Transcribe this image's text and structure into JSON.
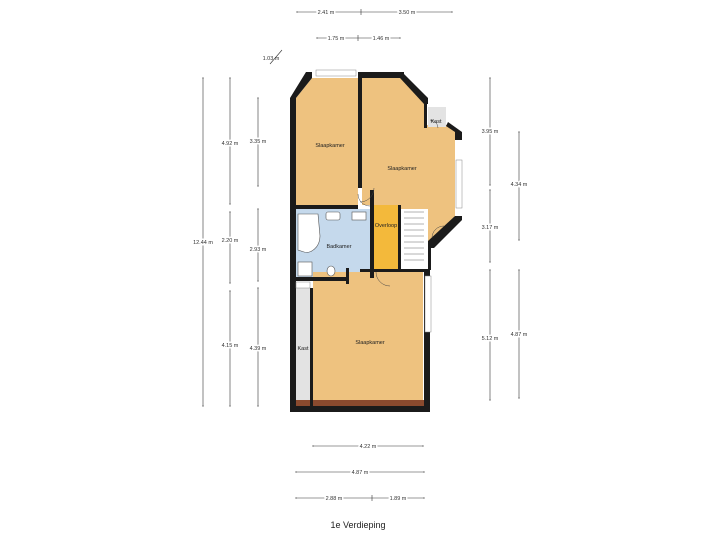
{
  "title": "1e Verdieping",
  "colors": {
    "room": "#EEC27F",
    "bathroom": "#C5D9EC",
    "hall": "#F3B93B",
    "wall": "#1B1B1B",
    "floor_edge": "#8A4A2E"
  },
  "rooms": {
    "bedroom_top_left": "Slaapkamer",
    "bedroom_top_right": "Slaapkamer",
    "bathroom": "Badkamer",
    "landing": "Overloop",
    "bedroom_bottom": "Slaapkamer",
    "closet_top": "Kast",
    "closet_bottom": "Kast"
  },
  "dimensions": {
    "top_row1_a": "2.41 m",
    "top_row1_b": "3.50 m",
    "top_row2_a": "1.75 m",
    "top_row2_b": "1.46 m",
    "diagonal": "1.03 m",
    "left_total": "12.44 m",
    "left_a": "4.92 m",
    "left_b": "2.20 m",
    "left_c": "4.15 m",
    "inner_left_a": "3.35 m",
    "inner_left_b": "2.93 m",
    "inner_left_c": "4.39 m",
    "right_a": "3.95 m",
    "right_b": "3.17 m",
    "right_c": "5.12 m",
    "far_right_a": "4.34 m",
    "far_right_b": "4.87 m",
    "bottom_row1": "4.22 m",
    "bottom_row2": "4.87 m",
    "bottom_row3_a": "2.88 m",
    "bottom_row3_b": "1.89 m"
  }
}
